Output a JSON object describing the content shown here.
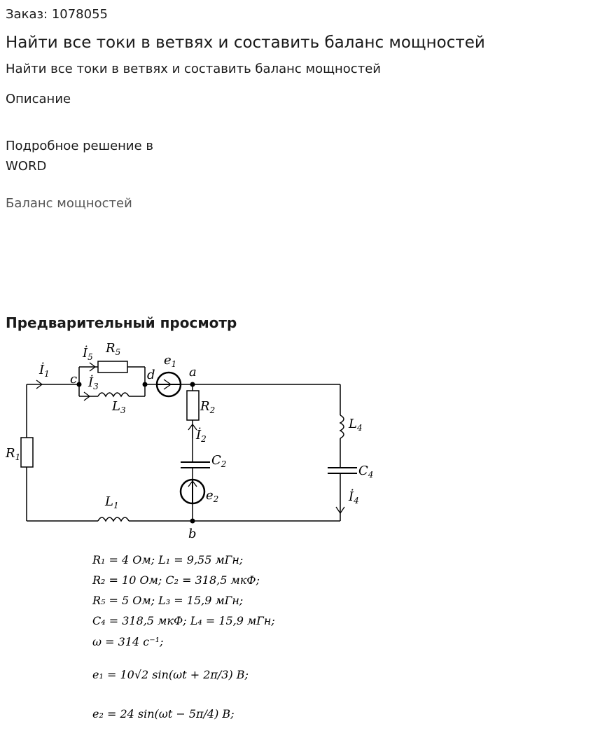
{
  "order": {
    "label": "Заказ: 1078055"
  },
  "title": "Найти все токи в ветвях и составить баланс мощностей",
  "subtitle": "Найти все токи в ветвях и составить баланс мощностей",
  "description_label": "Описание",
  "word_note": "Подробное решение в WORD",
  "link_text": "Баланс мощностей",
  "preview_title": "Предварительный просмотр",
  "circuit": {
    "nodes": [
      "a",
      "b",
      "c",
      "d"
    ],
    "labels": {
      "R1": "R",
      "R1_sub": "1",
      "R2": "R",
      "R2_sub": "2",
      "R5": "R",
      "R5_sub": "5",
      "L1": "L",
      "L1_sub": "1",
      "L3": "L",
      "L3_sub": "3",
      "L4": "L",
      "L4_sub": "4",
      "C2": "C",
      "C2_sub": "2",
      "C4": "C",
      "C4_sub": "4",
      "e1": "e",
      "e1_sub": "1",
      "e2": "e",
      "e2_sub": "2",
      "I1": "İ",
      "I1_sub": "1",
      "I2": "İ",
      "I2_sub": "2",
      "I3": "İ",
      "I3_sub": "3",
      "I4": "İ",
      "I4_sub": "4",
      "I5": "İ",
      "I5_sub": "5"
    }
  },
  "params": {
    "line1": "R₁ = 4 Ом;    L₁ = 9,55 мГн;",
    "line2": "R₂ = 10 Ом;    C₂ = 318,5 мкФ;",
    "line3": "R₅ = 5 Ом;    L₃ = 15,9 мГн;",
    "line4": "C₄ = 318,5 мкФ;    L₄ = 15,9 мГн;",
    "line5": "ω = 314 c⁻¹;",
    "e1": "e₁ = 10√2 sin(ωt + 2π/3) B;",
    "e2": "e₂ = 24 sin(ωt − 5π/4) B;"
  }
}
